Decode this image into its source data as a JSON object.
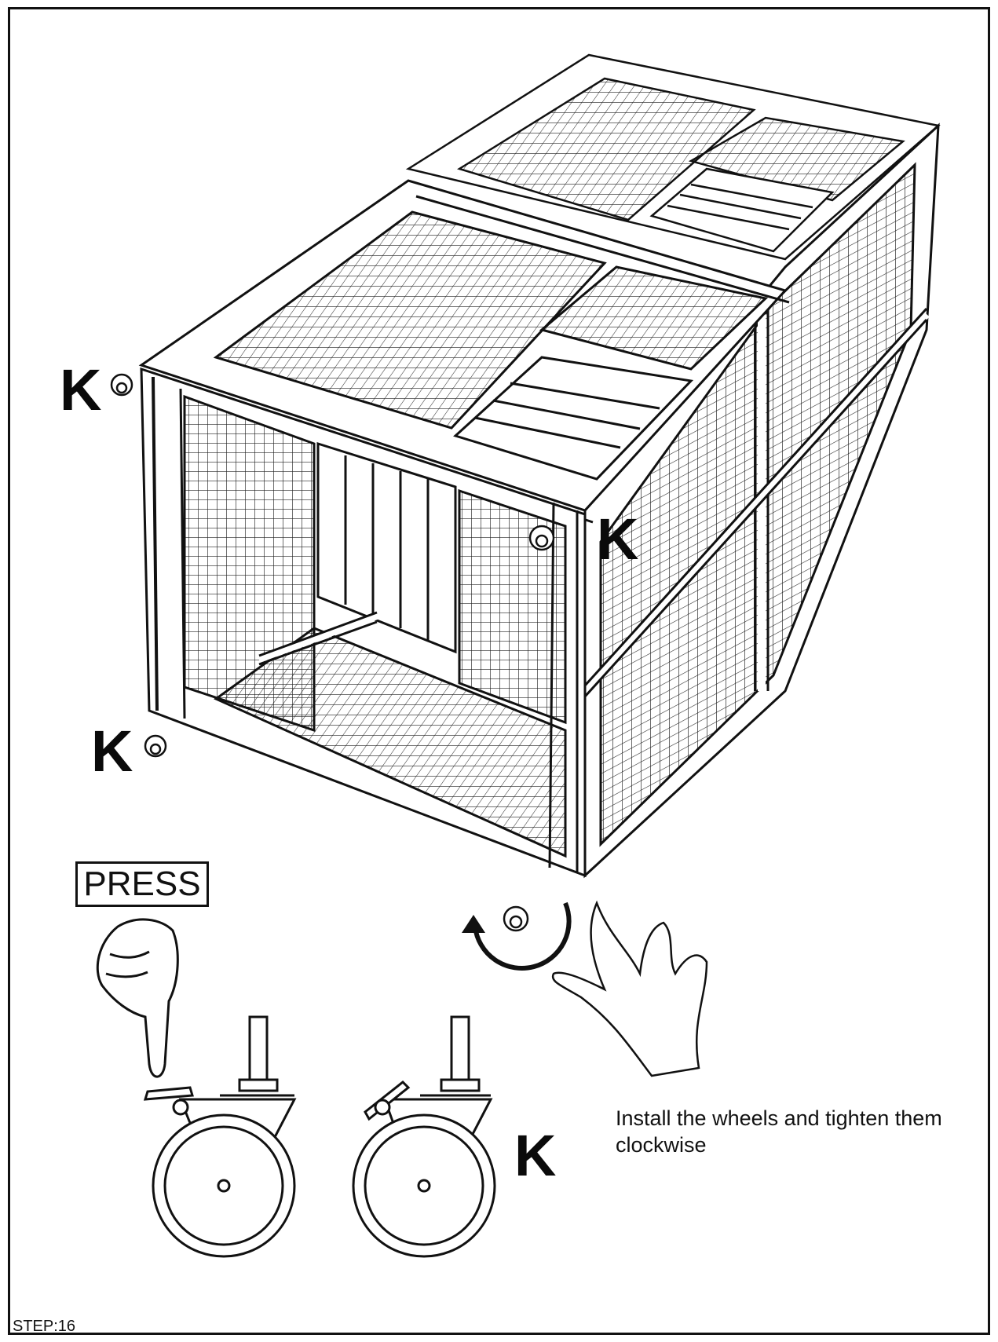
{
  "labels": {
    "k": "K",
    "press": "PRESS"
  },
  "instruction": "Install the wheels and tighten them clockwise",
  "step": "STEP:16"
}
